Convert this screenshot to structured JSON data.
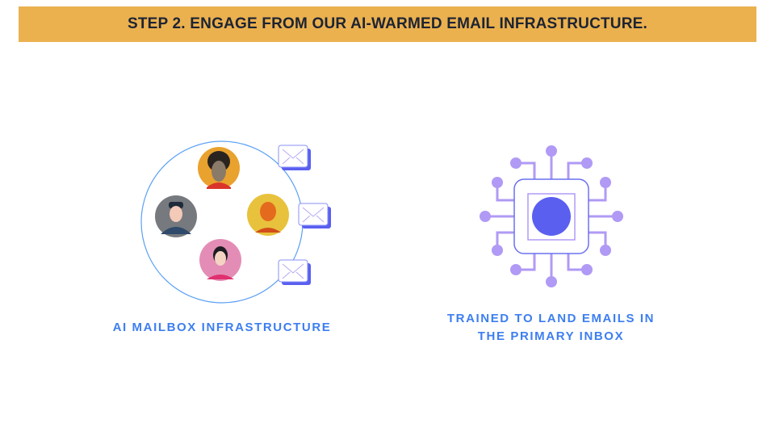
{
  "header": {
    "title": "STEP 2. ENGAGE FROM OUR AI-WARMED EMAIL INFRASTRUCTURE."
  },
  "left": {
    "caption": "AI MAILBOX INFRASTRUCTURE"
  },
  "right": {
    "caption_line1": "TRAINED TO LAND EMAILS IN",
    "caption_line2": "THE PRIMARY INBOX"
  },
  "colors": {
    "banner": "#EBB14F",
    "caption": "#3d7ef0",
    "chip": "#5a5ff0",
    "pins": "#b09af5"
  }
}
